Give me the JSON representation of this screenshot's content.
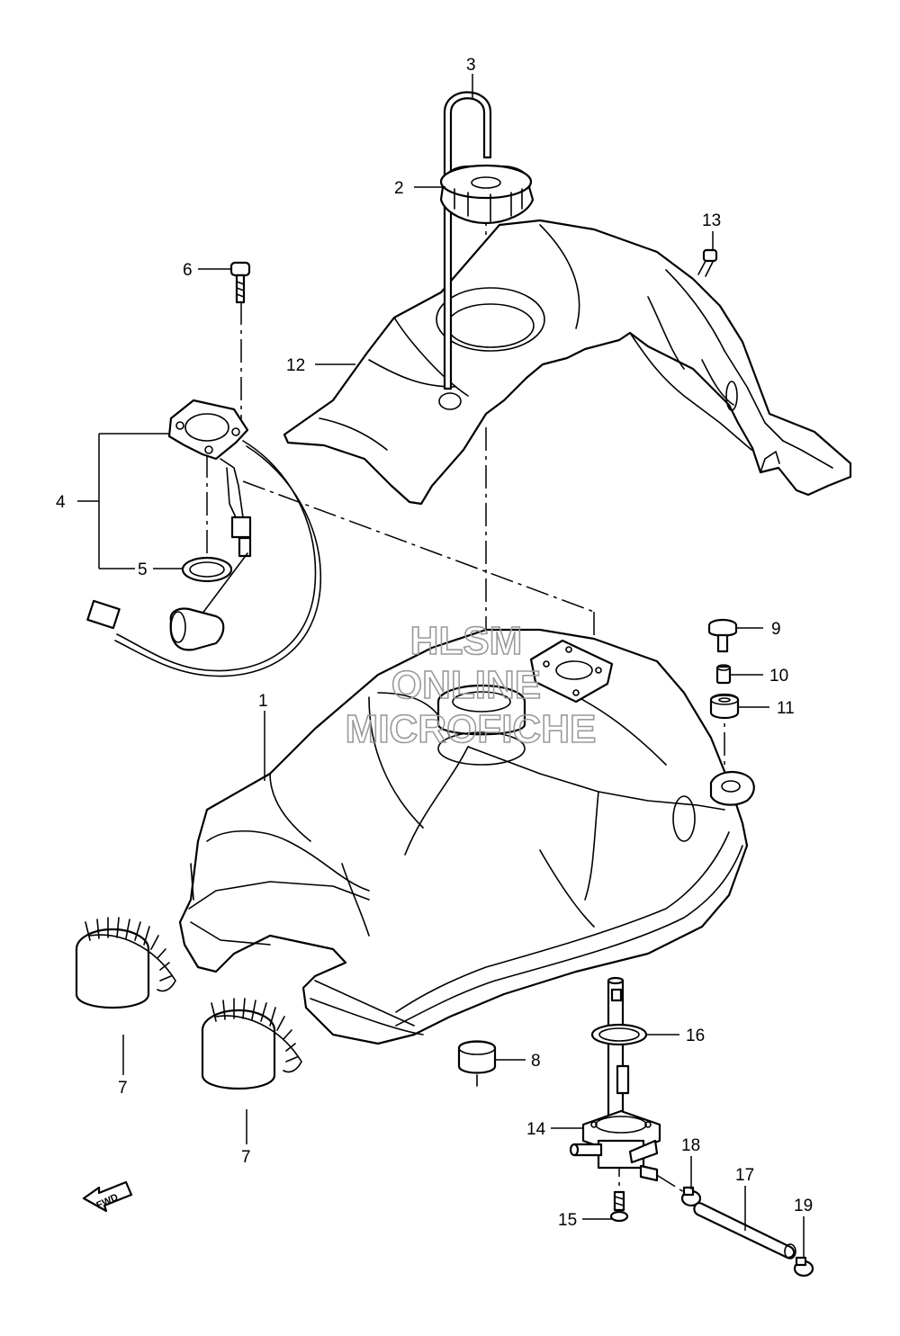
{
  "diagram": {
    "watermark": {
      "line1": "HLSM",
      "line2": "ONLINE",
      "line3": "MICROFICHE"
    },
    "fwd_label": "FWD",
    "callouts": {
      "c1": "1",
      "c2": "2",
      "c3": "3",
      "c4": "4",
      "c5": "5",
      "c6": "6",
      "c7a": "7",
      "c7b": "7",
      "c8": "8",
      "c9": "9",
      "c10": "10",
      "c11": "11",
      "c12": "12",
      "c13": "13",
      "c14": "14",
      "c15": "15",
      "c16": "16",
      "c17": "17",
      "c18": "18",
      "c19": "19"
    }
  }
}
